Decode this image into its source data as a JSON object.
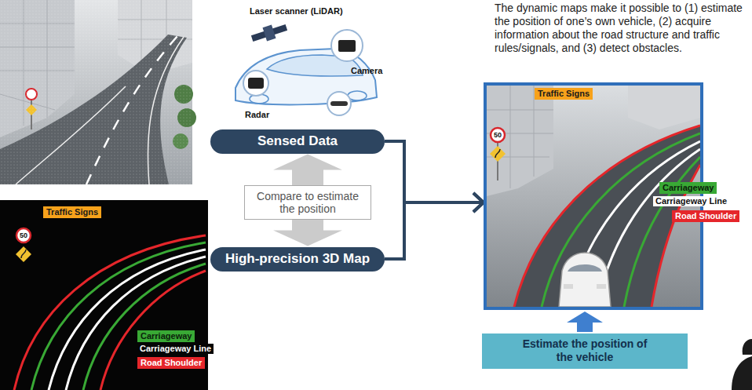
{
  "diagram": {
    "nodes": [
      {
        "text": [
          "Sensed Data"
        ]
      },
      {
        "text": [
          "Compare to estimate the position"
        ]
      },
      {
        "text": [
          "High-precision 3D Map"
        ]
      },
      {
        "text": [
          "Carriageway Line"
        ]
      },
      {
        "text": [
          "Traffic Signs"
        ],
        "in": 3
      },
      {
        "text": [
          "Carriageway"
        ],
        "in": 3
      },
      {
        "text": [
          "Road Shoulder"
        ],
        "in": 3
      },
      {
        "text": [
          "Carriageway Line"
        ]
      },
      {
        "text": [
          "Traffic Signs"
        ],
        "in": 7
      },
      {
        "text": [
          "Carriageway"
        ],
        "in": 7
      },
      {
        "text": [
          "Road Shoulder"
        ],
        "in": 7
      },
      {
        "text": [
          "Estimate the position of the vehicle"
        ]
      }
    ],
    "edges": [
      {
        "from": 1,
        "to": 0,
        "arrow": "to"
      },
      {
        "from": 1,
        "to": 2,
        "arrow": "to"
      },
      {
        "from": 0,
        "to": 7,
        "arrow": "to"
      },
      {
        "from": 2,
        "to": 7,
        "arrow": "to"
      }
    ],
    "labels": [
      "Laser scanner (LiDAR)",
      "Camera",
      "Radar",
      "50",
      "50",
      "The dynamic maps make it possible to (1) estimate the position of one’s own vehicle, (2) acquire information about the road structure and traffic rules/signals, and (3) detect obstacles."
    ]
  }
}
